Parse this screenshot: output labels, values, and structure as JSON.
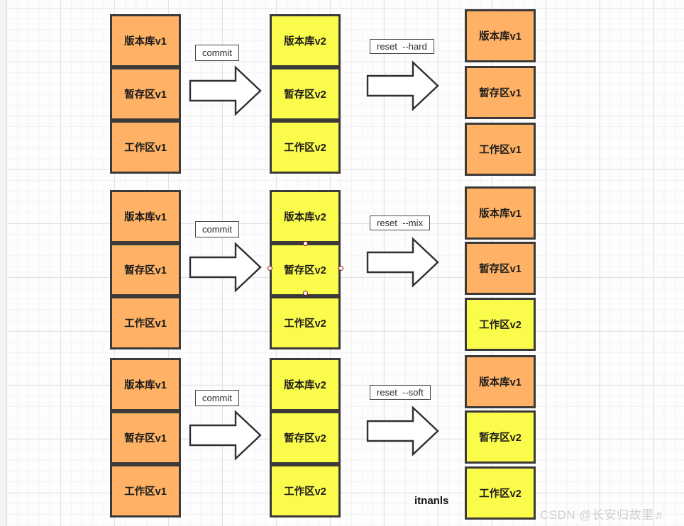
{
  "diagram": {
    "title": "Git reset modes diagram",
    "colors": {
      "orange": "#ffb265",
      "yellow": "#fbfb4c",
      "box_border": "#3b3a38",
      "handle_border": "#8b1a2b",
      "grid_minor": "#f2f2f2",
      "grid_major": "#e2e2e2"
    },
    "rows": [
      {
        "id": "row-hard",
        "before": {
          "label": "before-state",
          "boxes": [
            {
              "text": "版本库v1",
              "fill": "orange"
            },
            {
              "text": "暂存区v1",
              "fill": "orange"
            },
            {
              "text": "工作区v1",
              "fill": "orange"
            }
          ]
        },
        "commit_label": "commit",
        "after_commit": {
          "label": "after-commit-state",
          "boxes": [
            {
              "text": "版本库v2",
              "fill": "yellow"
            },
            {
              "text": "暂存区v2",
              "fill": "yellow"
            },
            {
              "text": "工作区v2",
              "fill": "yellow"
            }
          ]
        },
        "reset_label": "reset  --hard",
        "after_reset": {
          "label": "after-reset-state",
          "boxes": [
            {
              "text": "版本库v1",
              "fill": "orange"
            },
            {
              "text": "暂存区v1",
              "fill": "orange"
            },
            {
              "text": "工作区v1",
              "fill": "orange"
            }
          ]
        }
      },
      {
        "id": "row-mix",
        "before": {
          "label": "before-state",
          "boxes": [
            {
              "text": "版本库v1",
              "fill": "orange"
            },
            {
              "text": "暂存区v1",
              "fill": "orange"
            },
            {
              "text": "工作区v1",
              "fill": "orange"
            }
          ]
        },
        "commit_label": "commit",
        "after_commit": {
          "label": "after-commit-state",
          "boxes": [
            {
              "text": "版本库v2",
              "fill": "yellow"
            },
            {
              "text": "暂存区v2",
              "fill": "yellow",
              "selected": true
            },
            {
              "text": "工作区v2",
              "fill": "yellow"
            }
          ]
        },
        "reset_label": "reset  --mix",
        "after_reset": {
          "label": "after-reset-state",
          "boxes": [
            {
              "text": "版本库v1",
              "fill": "orange"
            },
            {
              "text": "暂存区v1",
              "fill": "orange"
            },
            {
              "text": "工作区v2",
              "fill": "yellow"
            }
          ]
        }
      },
      {
        "id": "row-soft",
        "before": {
          "label": "before-state",
          "boxes": [
            {
              "text": "版本库v1",
              "fill": "orange"
            },
            {
              "text": "暂存区v1",
              "fill": "orange"
            },
            {
              "text": "工作区v1",
              "fill": "orange"
            }
          ]
        },
        "commit_label": "commit",
        "after_commit": {
          "label": "after-commit-state",
          "boxes": [
            {
              "text": "版本库v2",
              "fill": "yellow"
            },
            {
              "text": "暂存区v2",
              "fill": "yellow"
            },
            {
              "text": "工作区v2",
              "fill": "yellow"
            }
          ]
        },
        "reset_label": "reset  --soft",
        "after_reset": {
          "label": "after-reset-state",
          "boxes": [
            {
              "text": "版本库v1",
              "fill": "orange"
            },
            {
              "text": "暂存区v2",
              "fill": "yellow"
            },
            {
              "text": "工作区v2",
              "fill": "yellow"
            }
          ]
        }
      }
    ],
    "annotations": {
      "signature": "itnanls",
      "watermark": "CSDN @长安归故里♬"
    }
  }
}
